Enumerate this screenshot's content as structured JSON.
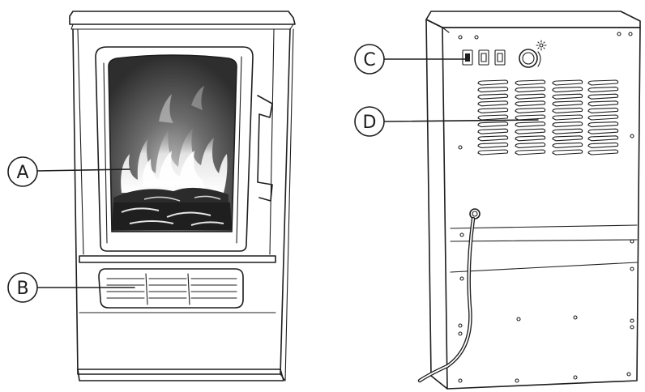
{
  "callouts": {
    "a": {
      "label": "A"
    },
    "b": {
      "label": "B"
    },
    "c": {
      "label": "C"
    },
    "d": {
      "label": "D"
    }
  },
  "colors": {
    "line": "#1e1e1e",
    "flame_bright": "#f2f2f2",
    "flame_dark": "#333333",
    "background": "#ffffff"
  },
  "icons": {
    "thermostat_symbol": "sun-icon"
  }
}
